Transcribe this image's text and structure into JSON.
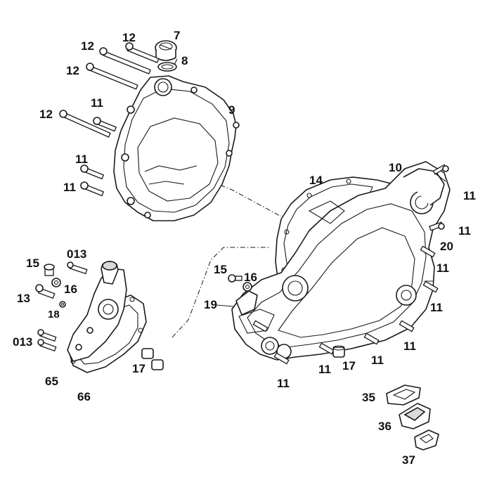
{
  "callouts": {
    "c7": "7",
    "c8": "8",
    "c9": "9",
    "c10": "10",
    "c11": "11",
    "c12": "12",
    "c13": "13",
    "c14": "14",
    "c15": "15",
    "c16": "16",
    "c17": "17",
    "c18": "18",
    "c19": "19",
    "c20": "20",
    "c013": "013",
    "c35": "35",
    "c36": "36",
    "c37": "37",
    "c65": "65",
    "c66": "66"
  }
}
